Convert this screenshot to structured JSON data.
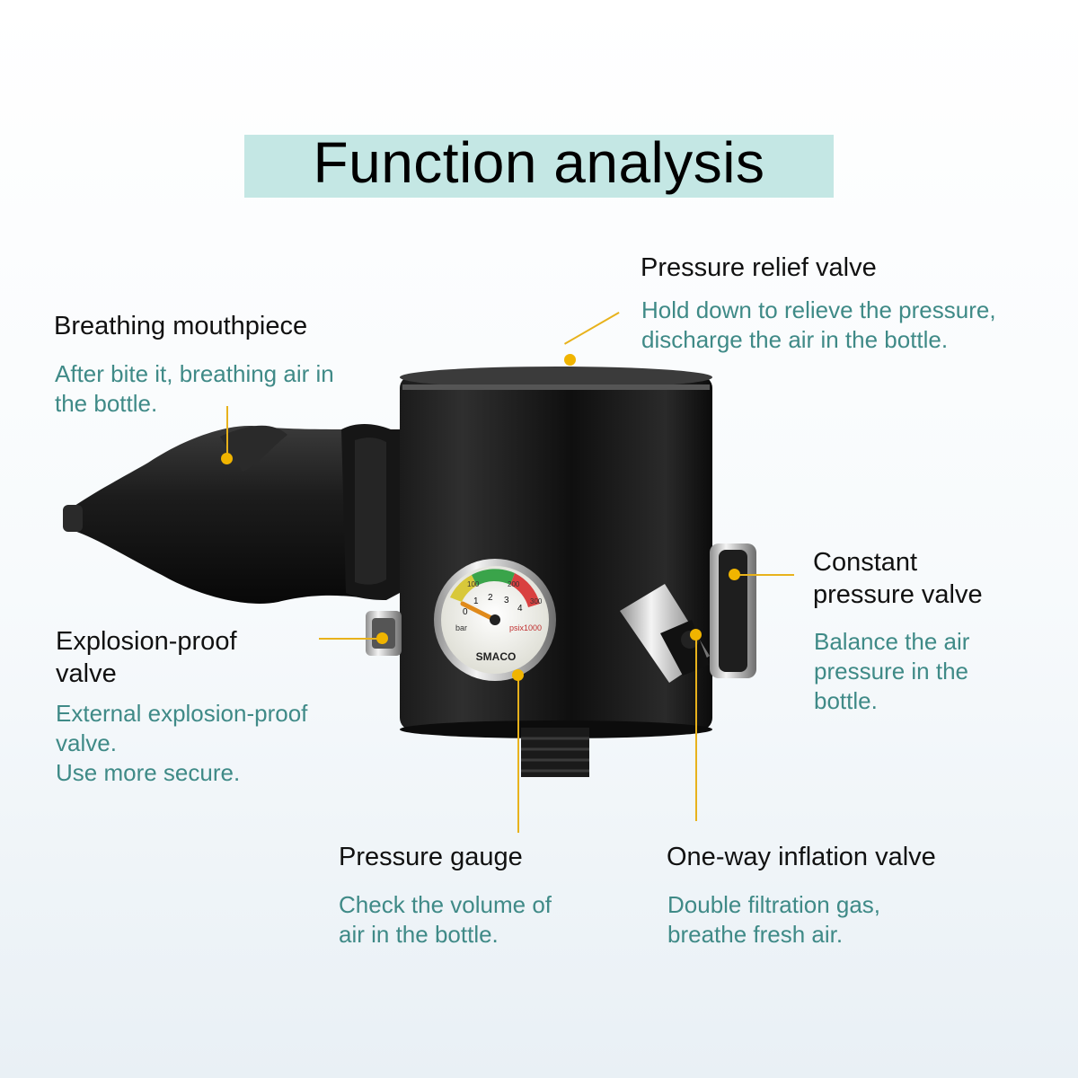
{
  "title": "Function analysis",
  "callouts": {
    "pressure_relief": {
      "label": "Pressure relief valve",
      "desc_lines": [
        "Hold down to relieve the pressure,",
        "discharge the air in the bottle."
      ]
    },
    "mouthpiece": {
      "label": "Breathing mouthpiece",
      "desc_lines": [
        "After bite it, breathing air in",
        "the bottle."
      ]
    },
    "constant_pressure": {
      "label_lines": [
        "Constant",
        "pressure valve"
      ],
      "desc_lines": [
        "Balance the air",
        "pressure in the",
        "bottle."
      ]
    },
    "explosion_proof": {
      "label_lines": [
        "Explosion-proof",
        "valve"
      ],
      "desc_lines": [
        "External explosion-proof",
        "valve.",
        "Use more secure."
      ]
    },
    "pressure_gauge": {
      "label": "Pressure gauge",
      "desc_lines": [
        "Check the volume of",
        "air in the bottle."
      ]
    },
    "inflation_valve": {
      "label": "One-way inflation valve",
      "desc_lines": [
        "Double filtration gas,",
        "breathe fresh air."
      ]
    }
  },
  "gauge": {
    "brand": "SMACO",
    "unit_left": "bar",
    "unit_right": "psix1000",
    "bar_ticks": [
      "0",
      "1",
      "2",
      "3",
      "4"
    ],
    "psi_ticks": [
      "100",
      "200",
      "300"
    ]
  },
  "colors": {
    "title_bg": "#c4e7e4",
    "desc_text": "#3f8a87",
    "leader_line": "#e8b21c",
    "dot": "#f0b400"
  }
}
